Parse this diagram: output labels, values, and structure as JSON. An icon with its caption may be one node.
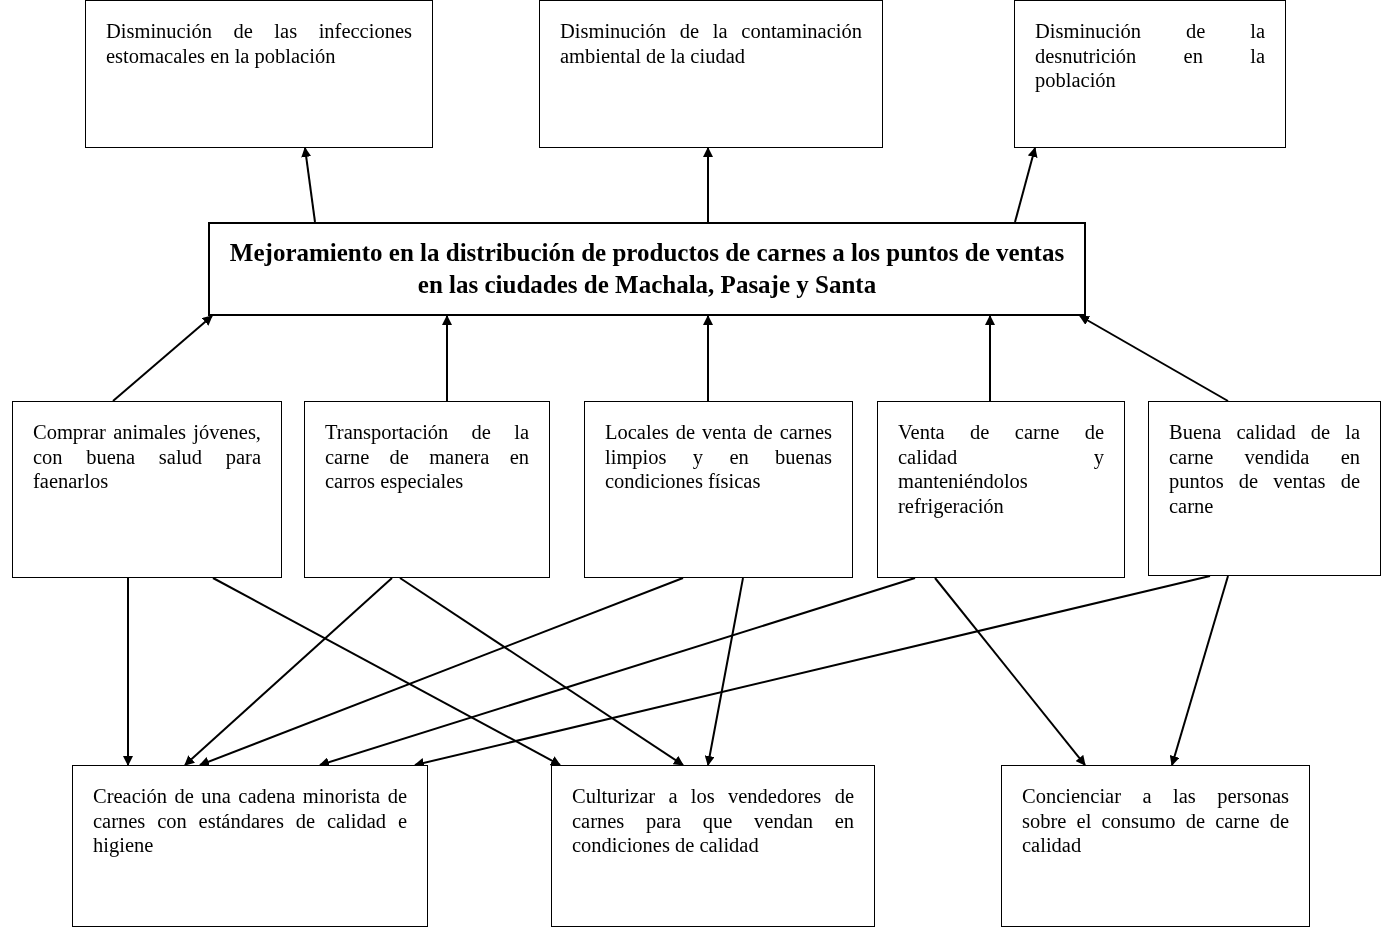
{
  "diagram": {
    "nodes": [
      {
        "text": [
          "Disminución de las infecciones estomacales en la población"
        ]
      },
      {
        "text": [
          "Disminución de la contaminación ambiental de la ciudad"
        ]
      },
      {
        "text": [
          "Disminución de la desnutrición en la población"
        ]
      },
      {
        "text": [
          "Mejoramiento en la distribución de productos de carnes a los puntos de ventas en las ciudades de Machala, Pasaje y Santa"
        ]
      },
      {
        "text": [
          "Comprar animales jóvenes, con buena salud para faenarlos"
        ]
      },
      {
        "text": [
          "Transportación de la carne de manera en carros especiales"
        ]
      },
      {
        "text": [
          "Locales de venta de carnes limpios y en buenas condiciones físicas"
        ]
      },
      {
        "text": [
          "Venta de carne de calidad y manteniéndolos refrigeración"
        ]
      },
      {
        "text": [
          "Buena calidad de la carne vendida en puntos de ventas de carne"
        ]
      },
      {
        "text": [
          "Creación de una cadena minorista de carnes con estándares de calidad e higiene"
        ]
      },
      {
        "text": [
          "Culturizar a los vendedores de carnes para que vendan en condiciones de calidad"
        ]
      },
      {
        "text": [
          "Concienciar a las personas sobre el consumo de carne de calidad"
        ]
      }
    ],
    "edges": [
      {
        "from": 3,
        "to": 0,
        "arrow": "to"
      },
      {
        "from": 3,
        "to": 1,
        "arrow": "to"
      },
      {
        "from": 3,
        "to": 2,
        "arrow": "to"
      },
      {
        "from": 4,
        "to": 3,
        "arrow": "to"
      },
      {
        "from": 5,
        "to": 3,
        "arrow": "to"
      },
      {
        "from": 6,
        "to": 3,
        "arrow": "to"
      },
      {
        "from": 7,
        "to": 3,
        "arrow": "to"
      },
      {
        "from": 8,
        "to": 3,
        "arrow": "to"
      },
      {
        "from": 4,
        "to": 9,
        "arrow": "to"
      },
      {
        "from": 4,
        "to": 10,
        "arrow": "to"
      },
      {
        "from": 5,
        "to": 9,
        "arrow": "to"
      },
      {
        "from": 5,
        "to": 10,
        "arrow": "to"
      },
      {
        "from": 6,
        "to": 9,
        "arrow": "to"
      },
      {
        "from": 6,
        "to": 10,
        "arrow": "to"
      },
      {
        "from": 7,
        "to": 9,
        "arrow": "to"
      },
      {
        "from": 7,
        "to": 11,
        "arrow": "to"
      },
      {
        "from": 8,
        "to": 9,
        "arrow": "to"
      },
      {
        "from": 8,
        "to": 11,
        "arrow": "to"
      }
    ]
  }
}
